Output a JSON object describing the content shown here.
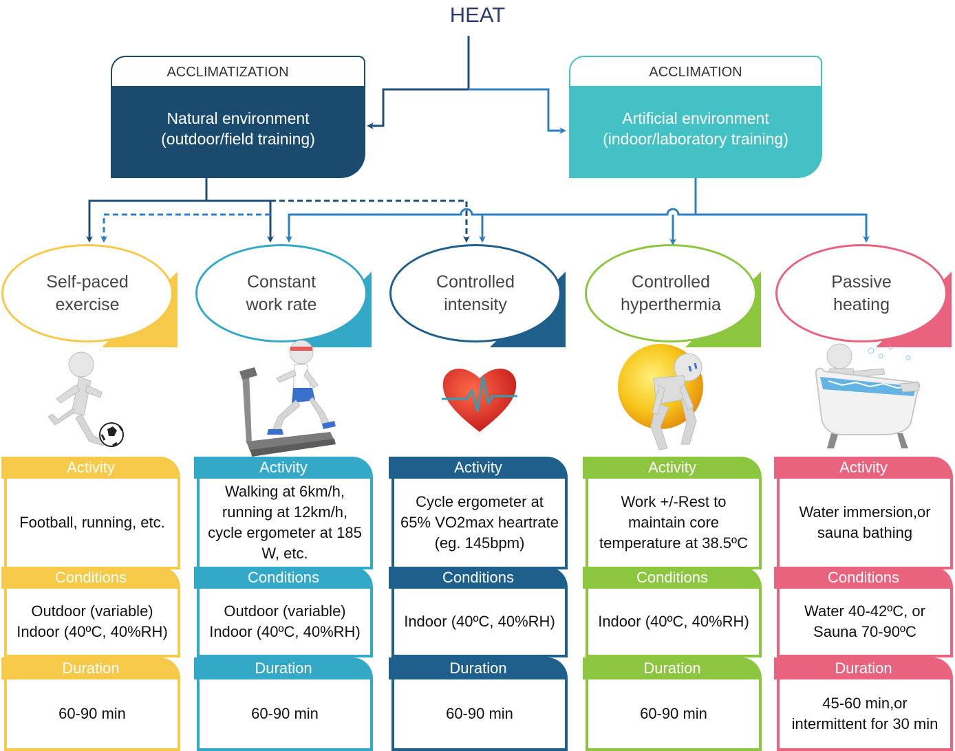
{
  "title": "HEAT",
  "colors": {
    "navy": "#1a4a6e",
    "teal": "#44c1c4",
    "yellow": "#f7c948",
    "cyan": "#33a8c7",
    "darkblue": "#1f5f8b",
    "green": "#8cc63f",
    "pink": "#e9627e",
    "arrow_dark": "#1d4f78",
    "arrow_blue": "#2d7fc1"
  },
  "environments": {
    "acclimatization": {
      "label": "ACCLIMATIZATION",
      "line1": "Natural environment",
      "line2": "(outdoor/field training)"
    },
    "acclimation": {
      "label": "ACCLIMATION",
      "line1": "Artificial environment",
      "line2": "(indoor/laboratory training)"
    }
  },
  "methods": [
    {
      "line1": "Self-paced",
      "line2": "exercise",
      "icon": "football-player-icon",
      "activity_label": "Activity",
      "activity": "Football, running, etc.",
      "conditions_label": "Conditions",
      "conditions": "Outdoor (variable)\nIndoor (40ºC, 40%RH)",
      "duration_label": "Duration",
      "duration": "60-90 min"
    },
    {
      "line1": "Constant",
      "line2": "work rate",
      "icon": "treadmill-runner-icon",
      "activity_label": "Activity",
      "activity": "Walking at 6km/h,\nrunning at 12km/h,\ncycle ergometer at 185\nW, etc.",
      "conditions_label": "Conditions",
      "conditions": "Outdoor (variable)\nIndoor (40ºC, 40%RH)",
      "duration_label": "Duration",
      "duration": "60-90 min"
    },
    {
      "line1": "Controlled",
      "line2": "intensity",
      "icon": "heart-rate-icon",
      "activity_label": "Activity",
      "activity": "Cycle ergometer at\n65% VO2max heartrate\n(eg. 145bpm)",
      "conditions_label": "Conditions",
      "conditions": "Indoor (40ºC, 40%RH)",
      "duration_label": "Duration",
      "duration": "60-90 min"
    },
    {
      "line1": "Controlled",
      "line2": "hyperthermia",
      "icon": "sun-tired-figure-icon",
      "activity_label": "Activity",
      "activity": "Work +/-Rest to\nmaintain core\ntemperature at 38.5ºC",
      "conditions_label": "Conditions",
      "conditions": "Indoor (40ºC, 40%RH)",
      "duration_label": "Duration",
      "duration": "60-90 min"
    },
    {
      "line1": "Passive",
      "line2": "heating",
      "icon": "bathtub-icon",
      "activity_label": "Activity",
      "activity": "Water immersion,or\nsauna bathing",
      "conditions_label": "Conditions",
      "conditions": "Water 40-42ºC, or\nSauna 70-90ºC",
      "duration_label": "Duration",
      "duration": "45-60 min,or\nintermittent for 30 min"
    }
  ]
}
